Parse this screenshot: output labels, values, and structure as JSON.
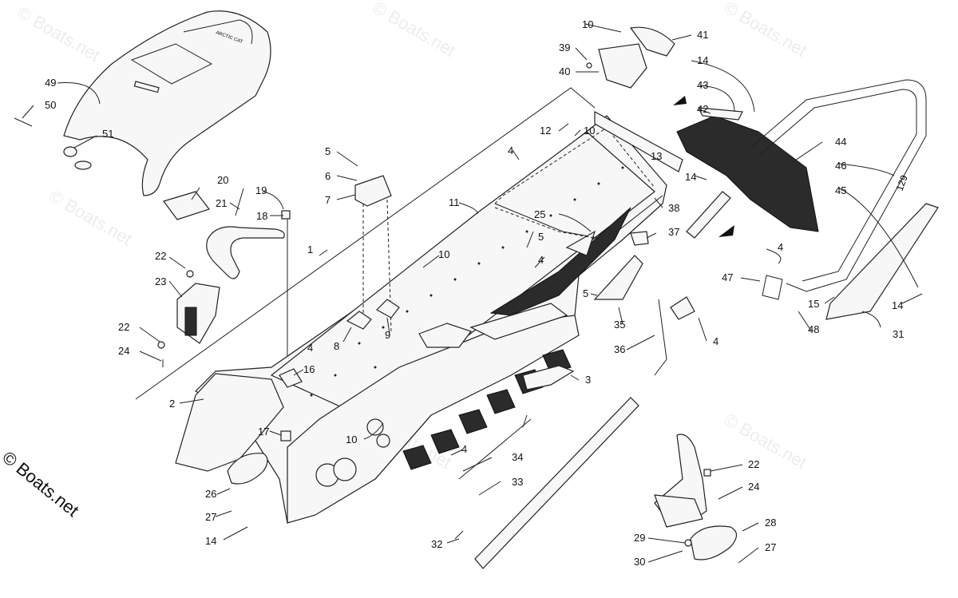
{
  "watermarks": [
    "© Boats.net",
    "© Boats.net",
    "© Boats.net",
    "© Boats.net",
    "© Boats.net",
    "© Boats.net"
  ],
  "copyright": "© Boats.net",
  "seat_logo_text": "ARCTIC CAT",
  "rack_text": "129",
  "callouts": [
    {
      "id": "c1",
      "text": "1"
    },
    {
      "id": "c2",
      "text": "2"
    },
    {
      "id": "c3",
      "text": "3"
    },
    {
      "id": "c4a",
      "text": "4"
    },
    {
      "id": "c4b",
      "text": "4"
    },
    {
      "id": "c4c",
      "text": "4"
    },
    {
      "id": "c4d",
      "text": "4"
    },
    {
      "id": "c4e",
      "text": "4"
    },
    {
      "id": "c4f",
      "text": "4"
    },
    {
      "id": "c5a",
      "text": "5"
    },
    {
      "id": "c5b",
      "text": "5"
    },
    {
      "id": "c5c",
      "text": "5"
    },
    {
      "id": "c6",
      "text": "6"
    },
    {
      "id": "c7",
      "text": "7"
    },
    {
      "id": "c8",
      "text": "8"
    },
    {
      "id": "c9",
      "text": "9"
    },
    {
      "id": "c10a",
      "text": "10"
    },
    {
      "id": "c10b",
      "text": "10"
    },
    {
      "id": "c10c",
      "text": "10"
    },
    {
      "id": "c10d",
      "text": "10"
    },
    {
      "id": "c11",
      "text": "11"
    },
    {
      "id": "c12",
      "text": "12"
    },
    {
      "id": "c13",
      "text": "13"
    },
    {
      "id": "c14a",
      "text": "14"
    },
    {
      "id": "c14b",
      "text": "14"
    },
    {
      "id": "c14c",
      "text": "14"
    },
    {
      "id": "c14d",
      "text": "14"
    },
    {
      "id": "c15",
      "text": "15"
    },
    {
      "id": "c16",
      "text": "16"
    },
    {
      "id": "c17",
      "text": "17"
    },
    {
      "id": "c18",
      "text": "18"
    },
    {
      "id": "c19",
      "text": "19"
    },
    {
      "id": "c20",
      "text": "20"
    },
    {
      "id": "c21",
      "text": "21"
    },
    {
      "id": "c22a",
      "text": "22"
    },
    {
      "id": "c22b",
      "text": "22"
    },
    {
      "id": "c22c",
      "text": "22"
    },
    {
      "id": "c23",
      "text": "23"
    },
    {
      "id": "c24a",
      "text": "24"
    },
    {
      "id": "c24b",
      "text": "24"
    },
    {
      "id": "c25",
      "text": "25"
    },
    {
      "id": "c26",
      "text": "26"
    },
    {
      "id": "c27a",
      "text": "27"
    },
    {
      "id": "c27b",
      "text": "27"
    },
    {
      "id": "c28",
      "text": "28"
    },
    {
      "id": "c29",
      "text": "29"
    },
    {
      "id": "c30",
      "text": "30"
    },
    {
      "id": "c31",
      "text": "31"
    },
    {
      "id": "c32",
      "text": "32"
    },
    {
      "id": "c33",
      "text": "33"
    },
    {
      "id": "c34",
      "text": "34"
    },
    {
      "id": "c35",
      "text": "35"
    },
    {
      "id": "c36",
      "text": "36"
    },
    {
      "id": "c37",
      "text": "37"
    },
    {
      "id": "c38",
      "text": "38"
    },
    {
      "id": "c39",
      "text": "39"
    },
    {
      "id": "c40",
      "text": "40"
    },
    {
      "id": "c41",
      "text": "41"
    },
    {
      "id": "c42",
      "text": "42"
    },
    {
      "id": "c43",
      "text": "43"
    },
    {
      "id": "c44",
      "text": "44"
    },
    {
      "id": "c45",
      "text": "45"
    },
    {
      "id": "c46",
      "text": "46"
    },
    {
      "id": "c47",
      "text": "47"
    },
    {
      "id": "c48",
      "text": "48"
    },
    {
      "id": "c49",
      "text": "49"
    },
    {
      "id": "c50",
      "text": "50"
    },
    {
      "id": "c51",
      "text": "51"
    }
  ]
}
